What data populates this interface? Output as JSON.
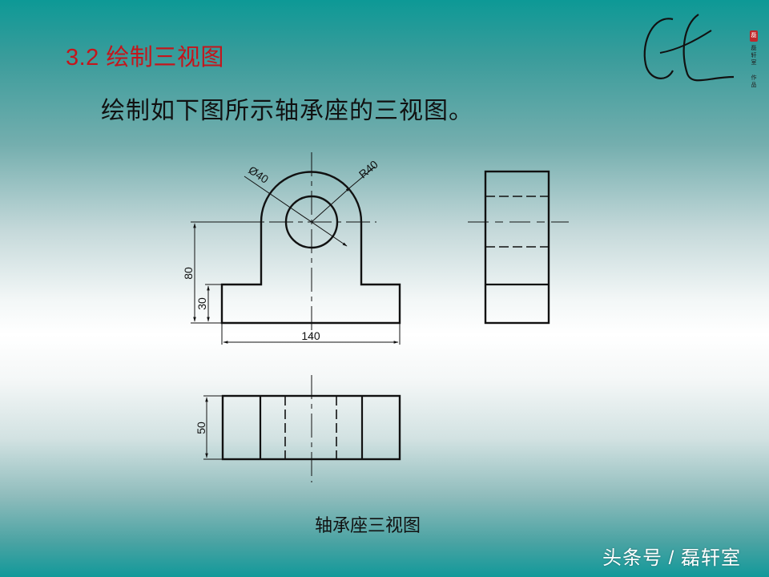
{
  "header": {
    "section_title": "3.2 绘制三视图",
    "instruction": "绘制如下图所示轴承座的三视图。"
  },
  "logo": {
    "mark": "CH",
    "seal_char": "磊",
    "side_text": [
      "磊",
      "轩",
      "室",
      "作",
      "品"
    ]
  },
  "drawing": {
    "caption": "轴承座三视图",
    "front_view": {
      "dim_diameter": "Ø40",
      "dim_radius": "R40",
      "dim_height_total": "80",
      "dim_height_base": "30",
      "dim_width": "140"
    },
    "top_view": {
      "dim_depth": "50"
    },
    "side_view": {}
  },
  "footer": {
    "watermark": "头条号 / 磊轩室"
  },
  "colors": {
    "title_red": "#c4161c",
    "bg_teal": "#0d9996",
    "line_black": "#111111"
  }
}
